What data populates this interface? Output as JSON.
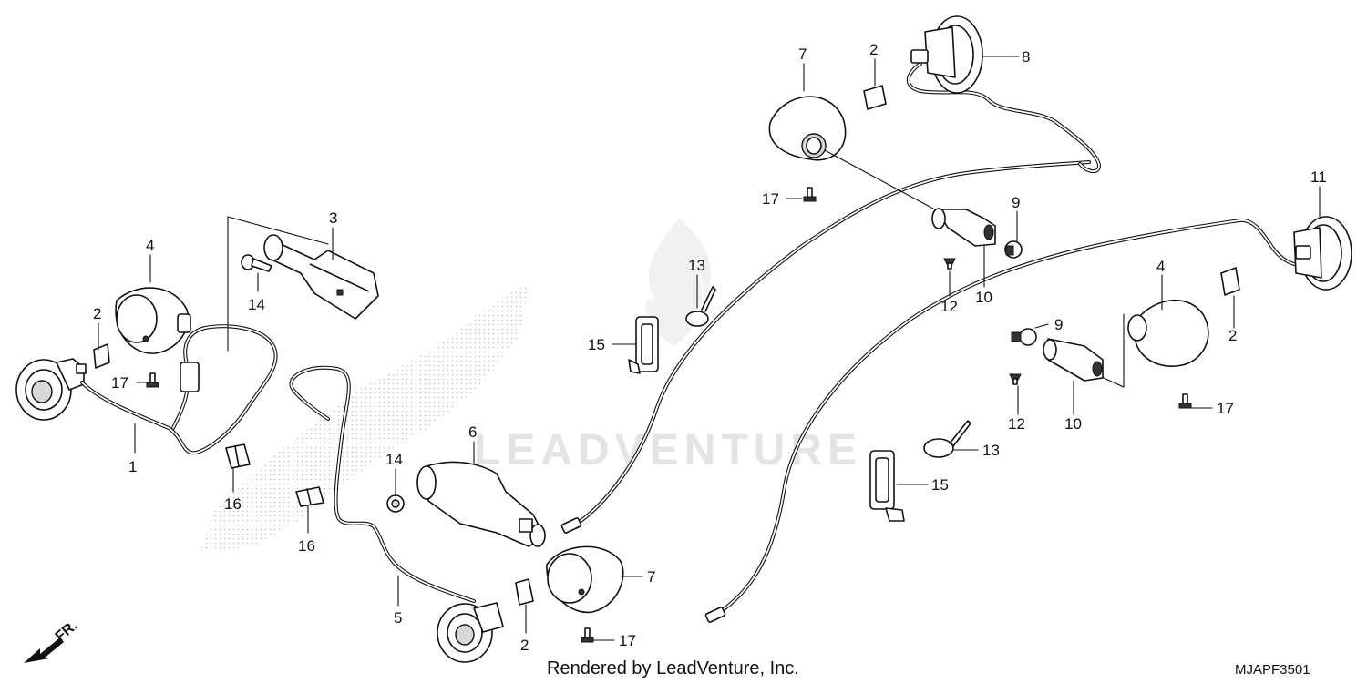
{
  "diagram": {
    "watermark": "LEADVENTURE",
    "footer_text": "Rendered by LeadVenture, Inc.",
    "diagram_code": "MJAPF3501",
    "direction_label": "FR.",
    "callouts": [
      {
        "label": "1"
      },
      {
        "label": "2"
      },
      {
        "label": "3"
      },
      {
        "label": "4"
      },
      {
        "label": "14"
      },
      {
        "label": "17"
      },
      {
        "label": "16"
      },
      {
        "label": "16"
      },
      {
        "label": "5"
      },
      {
        "label": "6"
      },
      {
        "label": "14"
      },
      {
        "label": "2"
      },
      {
        "label": "7"
      },
      {
        "label": "17"
      },
      {
        "label": "13"
      },
      {
        "label": "15"
      },
      {
        "label": "7"
      },
      {
        "label": "2"
      },
      {
        "label": "8"
      },
      {
        "label": "17"
      },
      {
        "label": "9"
      },
      {
        "label": "12"
      },
      {
        "label": "10"
      },
      {
        "label": "11"
      },
      {
        "label": "4"
      },
      {
        "label": "2"
      },
      {
        "label": "9"
      },
      {
        "label": "12"
      },
      {
        "label": "10"
      },
      {
        "label": "17"
      },
      {
        "label": "13"
      },
      {
        "label": "15"
      }
    ]
  }
}
